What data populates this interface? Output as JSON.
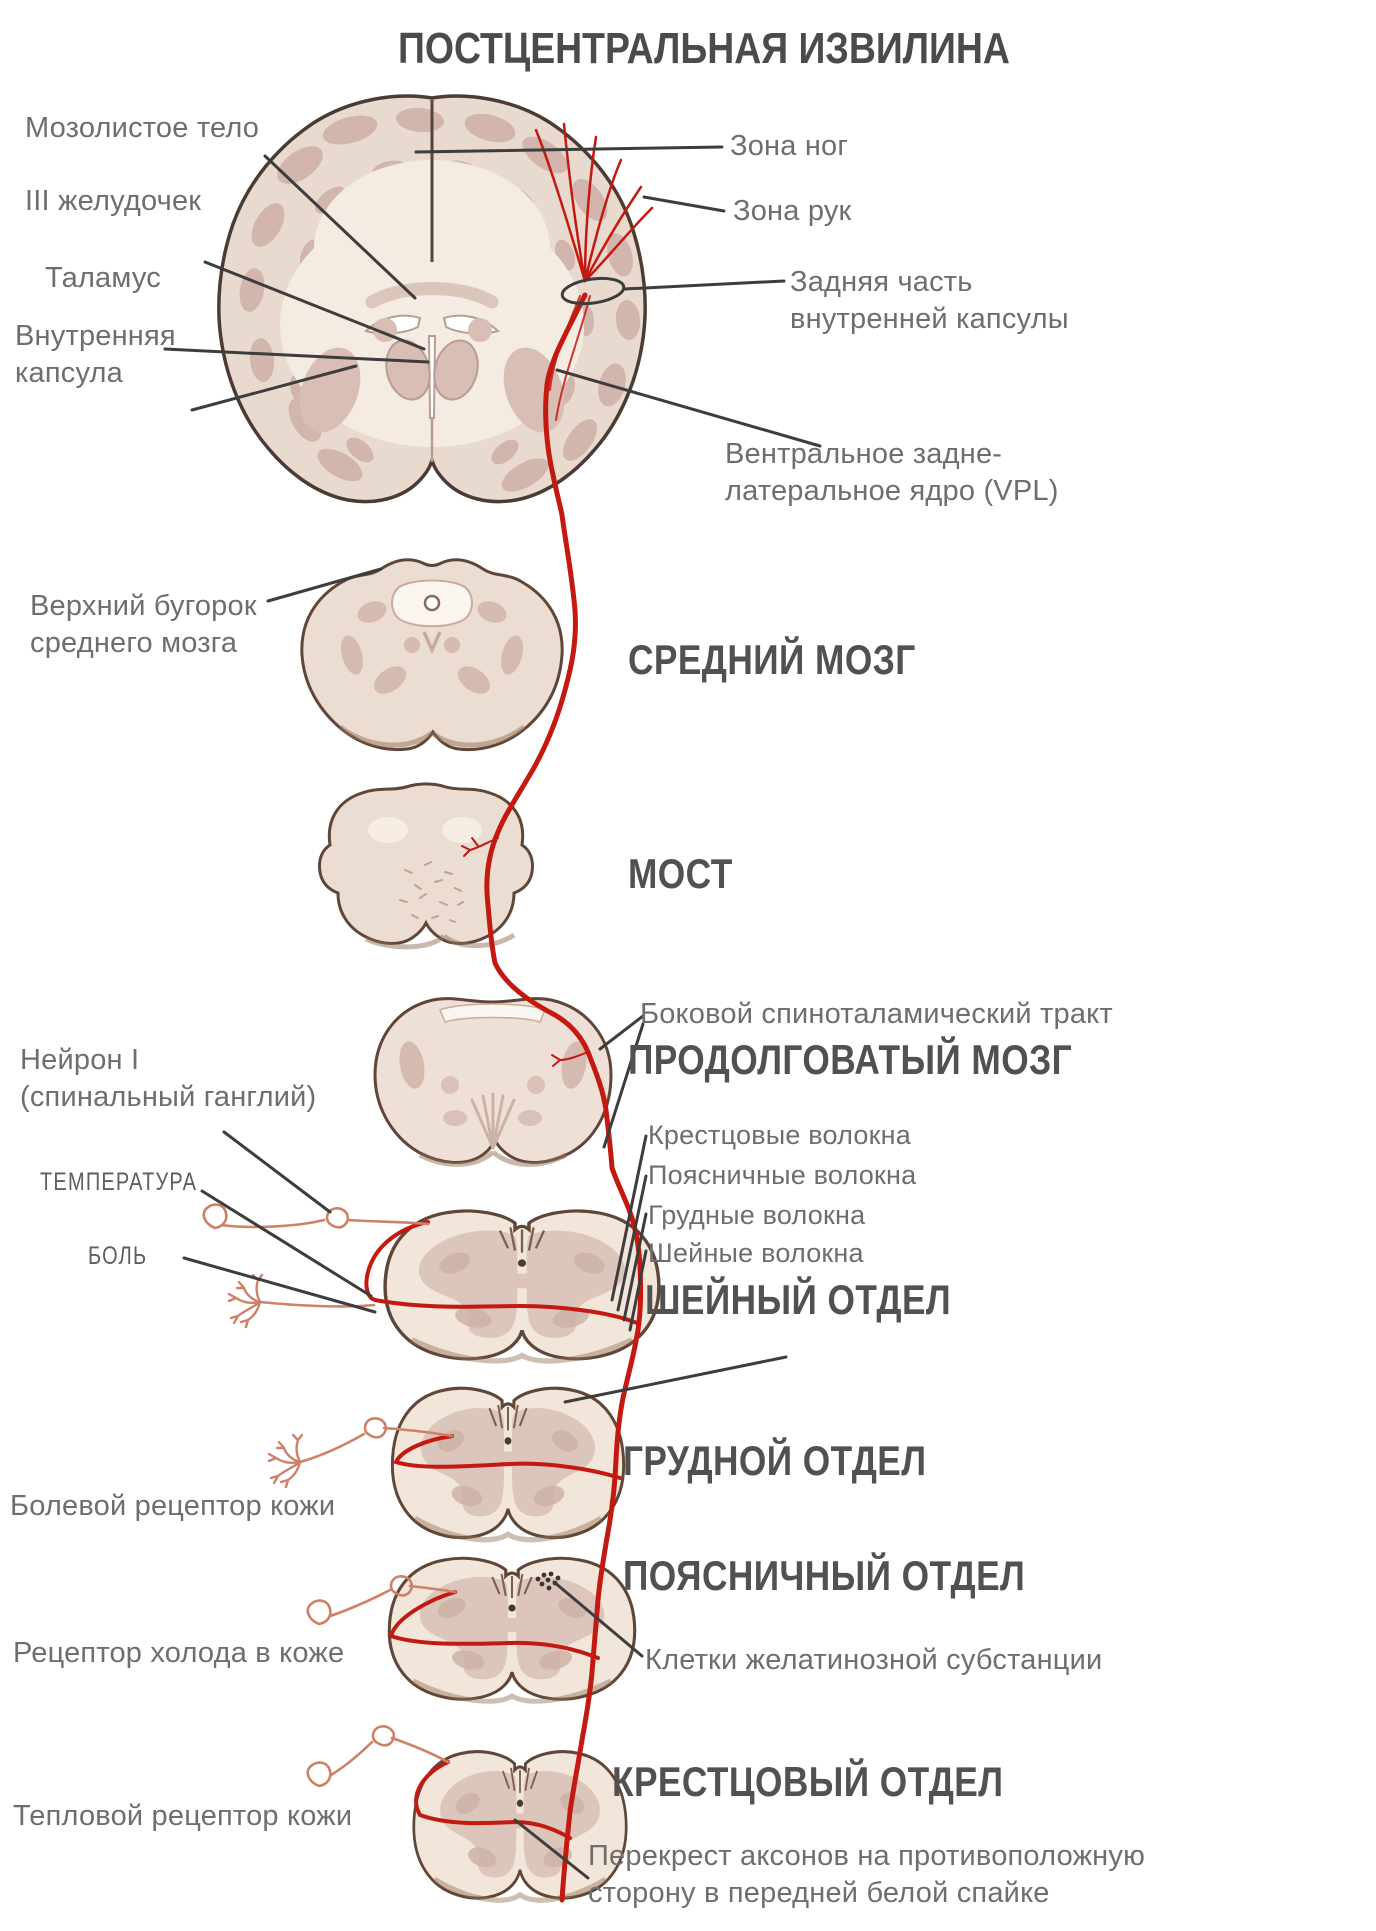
{
  "title": "ПОСТЦЕНТРАЛЬНАЯ ИЗВИЛИНА",
  "section_headers": {
    "midbrain": "СРЕДНИЙ МОЗГ",
    "pons": "МОСТ",
    "medulla": "ПРОДОЛГОВАТЫЙ МОЗГ",
    "cervical": "ШЕЙНЫЙ ОТДЕЛ",
    "thoracic": "ГРУДНОЙ ОТДЕЛ",
    "lumbar": "ПОЯСНИЧНЫЙ ОТДЕЛ",
    "sacral": "КРЕСТЦОВЫЙ ОТДЕЛ"
  },
  "brain_labels": {
    "corpus_callosum": "Мозолистое тело",
    "third_ventricle": "III желудочек",
    "thalamus": "Таламус",
    "internal_capsule": "Внутренняя\nкапсула",
    "leg_zone": "Зона ног",
    "arm_zone": "Зона рук",
    "posterior_capsule": "Задняя часть\nвнутренней капсулы",
    "vpl_nucleus": "Вентральное задне-\nлатеральное ядро (VPL)"
  },
  "pathway_labels": {
    "superior_colliculus": "Верхний бугорок\nсреднего мозга",
    "spinothalamic_tract": "Боковой спиноталамический тракт",
    "neuron1": "Нейрон I\n(спинальный ганглий)",
    "temperature": "ТЕМПЕРАТУРА",
    "pain": "БОЛЬ",
    "sacral_fibers": "Крестцовые волокна",
    "lumbar_fibers": "Поясничные волокна",
    "thoracic_fibers": "Грудные волокна",
    "cervical_fibers": "Шейные волокна",
    "pain_receptor": "Болевой рецептор кожи",
    "cold_receptor": "Рецептор холода в коже",
    "gelatinosa": "Клетки желатинозной субстанции",
    "heat_receptor": "Тепловой рецептор кожи",
    "decussation": "Перекрест аксонов на противоположную\nсторону в передней белой спайке"
  },
  "colors": {
    "background": "#ffffff",
    "title_text": "#4b4b4b",
    "header_text": "#515151",
    "label_text": "#6e6e6e",
    "pointer_line": "#3d3d3d",
    "tract_red": "#c41910",
    "receptor_salmon": "#cf8168",
    "tissue_fill": "#ecddd3",
    "tissue_inner": "#d5bab0",
    "tissue_light": "#f4ebe2",
    "tissue_outline": "#56433a",
    "tissue_shadow": "#927156"
  }
}
